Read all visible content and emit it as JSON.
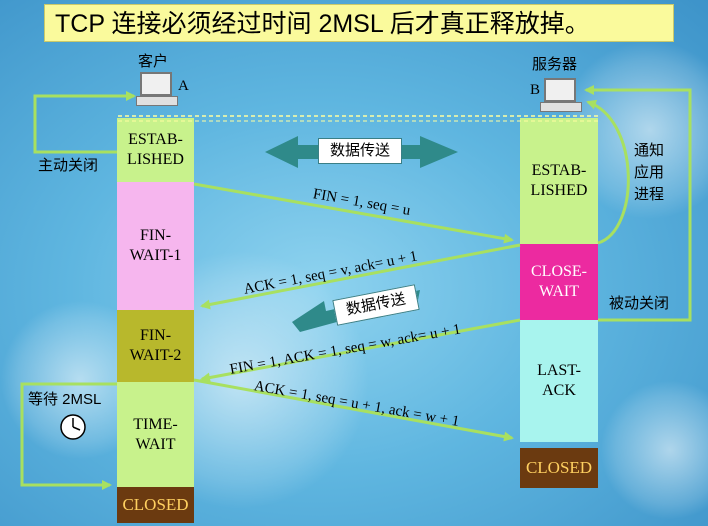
{
  "title": "TCP 连接必须经过时间 2MSL 后才真正释放掉。",
  "client": {
    "name": "客户",
    "letter": "A"
  },
  "server": {
    "name": "服务器",
    "letter": "B"
  },
  "client_states": [
    "ESTAB-\nLISHED",
    "FIN-\nWAIT-1",
    "FIN-\nWAIT-2",
    "TIME-\nWAIT",
    "CLOSED"
  ],
  "server_states": [
    "ESTAB-\nLISHED",
    "CLOSE-\nWAIT",
    "LAST-\nACK",
    "CLOSED"
  ],
  "labels": {
    "active_close": "主动关闭",
    "passive_close": "被动关闭",
    "notify_app": "通知\n应用\n进程",
    "wait_2msl": "等待 2MSL"
  },
  "data_transfer": "数据传送",
  "messages": [
    "FIN = 1, seq = u",
    "ACK = 1, seq = v, ack= u + 1",
    "FIN = 1, ACK = 1, seq = w, ack= u + 1",
    "ACK = 1, seq = u + 1, ack = w + 1"
  ],
  "colors": {
    "established": "#c8f28c",
    "fin_wait_1": "#f6b6ee",
    "fin_wait_2": "#b8b82c",
    "time_wait": "#c8f28c",
    "closed": "#6b3a10",
    "close_wait": "#ec2aa0",
    "last_ack": "#a8f4ee",
    "arrow_green": "#a8e060",
    "teal": "#2f8a8a"
  }
}
